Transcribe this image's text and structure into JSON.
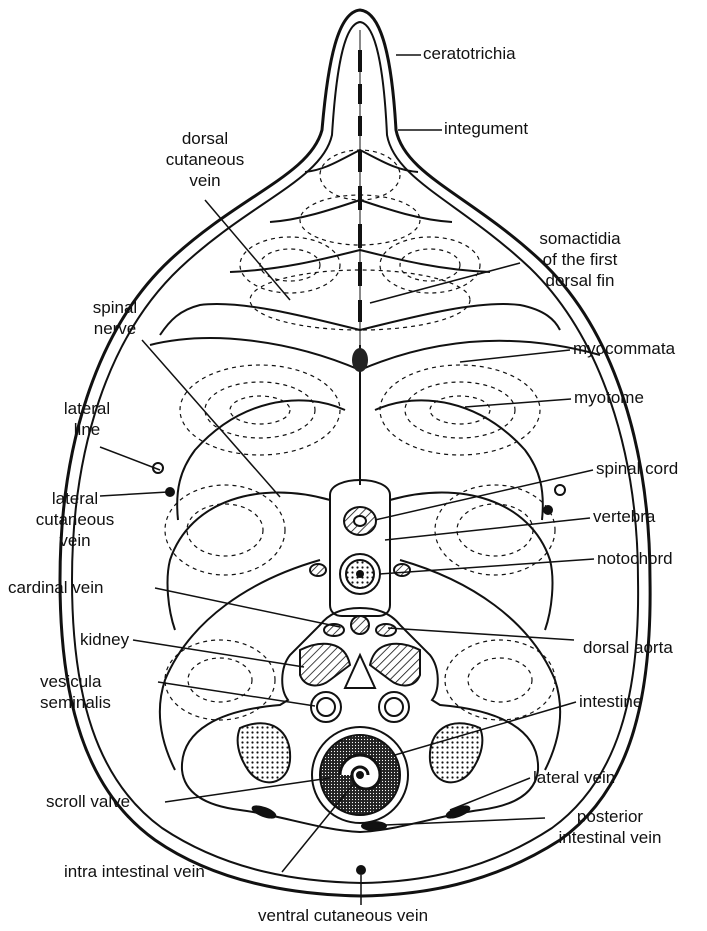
{
  "labels": {
    "ceratotrichia": "ceratotrichia",
    "integument": "integument",
    "dorsal_cutaneous_vein": [
      "dorsal",
      "cutaneous",
      "vein"
    ],
    "somactidia": [
      "somactidia",
      "of the first",
      "dorsal fin"
    ],
    "spinal_nerve": [
      "spinal",
      "nerve"
    ],
    "myocommata": "myocommata",
    "myotome": "myotome",
    "lateral_line": [
      "lateral",
      "line"
    ],
    "spinal_cord": "spinal cord",
    "lateral_cutaneous_vein": [
      "lateral",
      "cutaneous",
      "vein"
    ],
    "vertebra": "vertebra",
    "notochord": "notochord",
    "cardinal_vein": "cardinal vein",
    "kidney": "kidney",
    "dorsal_aorta": "dorsal aorta",
    "vesicula_seminalis": [
      "vesicula",
      "seminalis"
    ],
    "intestine": "intestine",
    "lateral_vein": "lateral vein",
    "scroll_valve": "scroll valve",
    "posterior_intestinal_vein": [
      "posterior",
      "intestinal vein"
    ],
    "intra_intestinal_vein": "intra intestinal vein",
    "ventral_cutaneous_vein": "ventral cutaneous vein"
  },
  "colors": {
    "ink": "#111111",
    "background": "#ffffff"
  }
}
